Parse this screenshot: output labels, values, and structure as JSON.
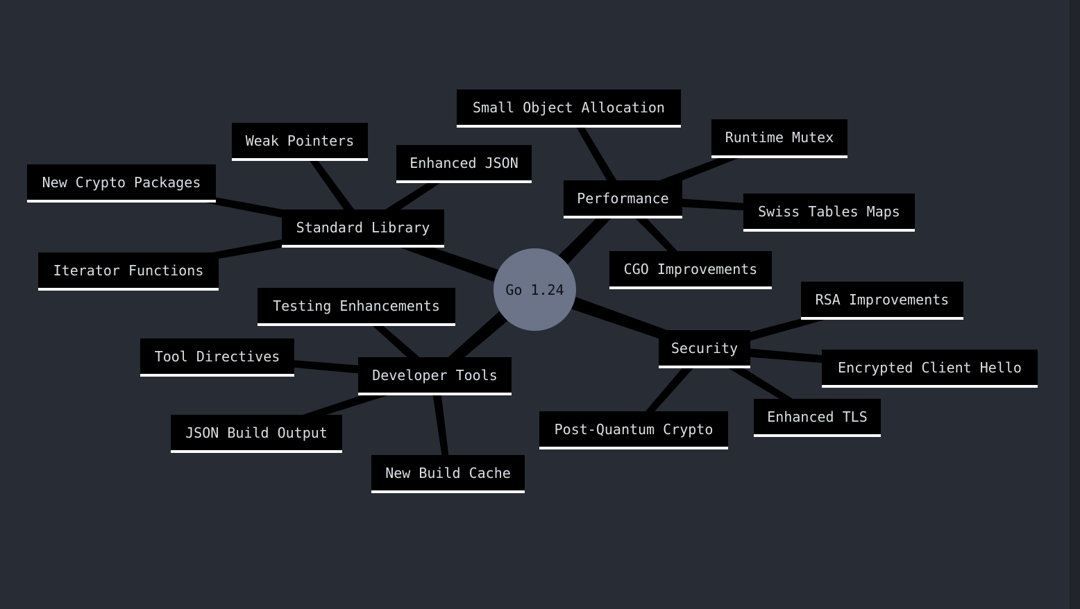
{
  "mindmap": {
    "root": "Go 1.24",
    "branches": [
      {
        "label": "Standard Library",
        "children": [
          "Weak Pointers",
          "Enhanced JSON",
          "New Crypto Packages",
          "Iterator Functions"
        ]
      },
      {
        "label": "Performance",
        "children": [
          "Small Object Allocation",
          "Runtime Mutex",
          "Swiss Tables Maps",
          "CGO Improvements"
        ]
      },
      {
        "label": "Developer Tools",
        "children": [
          "Testing Enhancements",
          "Tool Directives",
          "JSON Build Output",
          "New Build Cache"
        ]
      },
      {
        "label": "Security",
        "children": [
          "RSA Improvements",
          "Encrypted Client Hello",
          "Enhanced TLS",
          "Post-Quantum Crypto"
        ]
      }
    ]
  },
  "colors": {
    "background": "#282c34",
    "node_fill": "#000000",
    "node_text": "#dcdfe4",
    "node_underline": "#ffffff",
    "root_fill": "#6b7489",
    "root_text": "#0d0f14",
    "edge": "#000000"
  }
}
